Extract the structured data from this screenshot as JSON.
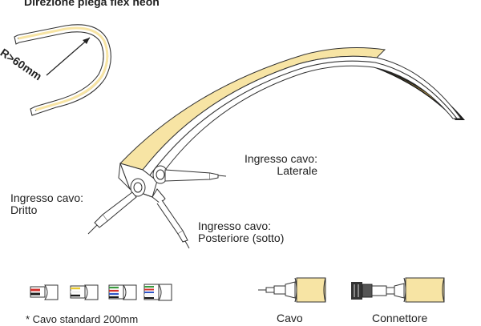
{
  "title": "Direzione piega flex neon",
  "bend_radius": "R>60mm",
  "entries": {
    "side": {
      "line1": "Ingresso cavo:",
      "line2": "Laterale"
    },
    "straight": {
      "line1": "Ingresso cavo:",
      "line2": "Dritto"
    },
    "back": {
      "line1": "Ingresso cavo:",
      "line2": "Posteriore (sotto)"
    }
  },
  "cable_note": "* Cavo standard 200mm",
  "options": {
    "cable": "Cavo",
    "connector": "Connettore"
  },
  "colors": {
    "neon_yellow": "#F7E4A4",
    "outline": "#333333",
    "wire_red": "#D2302C",
    "wire_green": "#3A9A3E",
    "wire_blue": "#2E55C7",
    "wire_yellow": "#E8C82E",
    "wire_white": "#F2F2F2",
    "wire_black": "#1A1A1A"
  },
  "icons": [
    "cable-2wire-icon",
    "cable-3wire-icon",
    "cable-4wire-icon",
    "cable-5wire-icon"
  ]
}
